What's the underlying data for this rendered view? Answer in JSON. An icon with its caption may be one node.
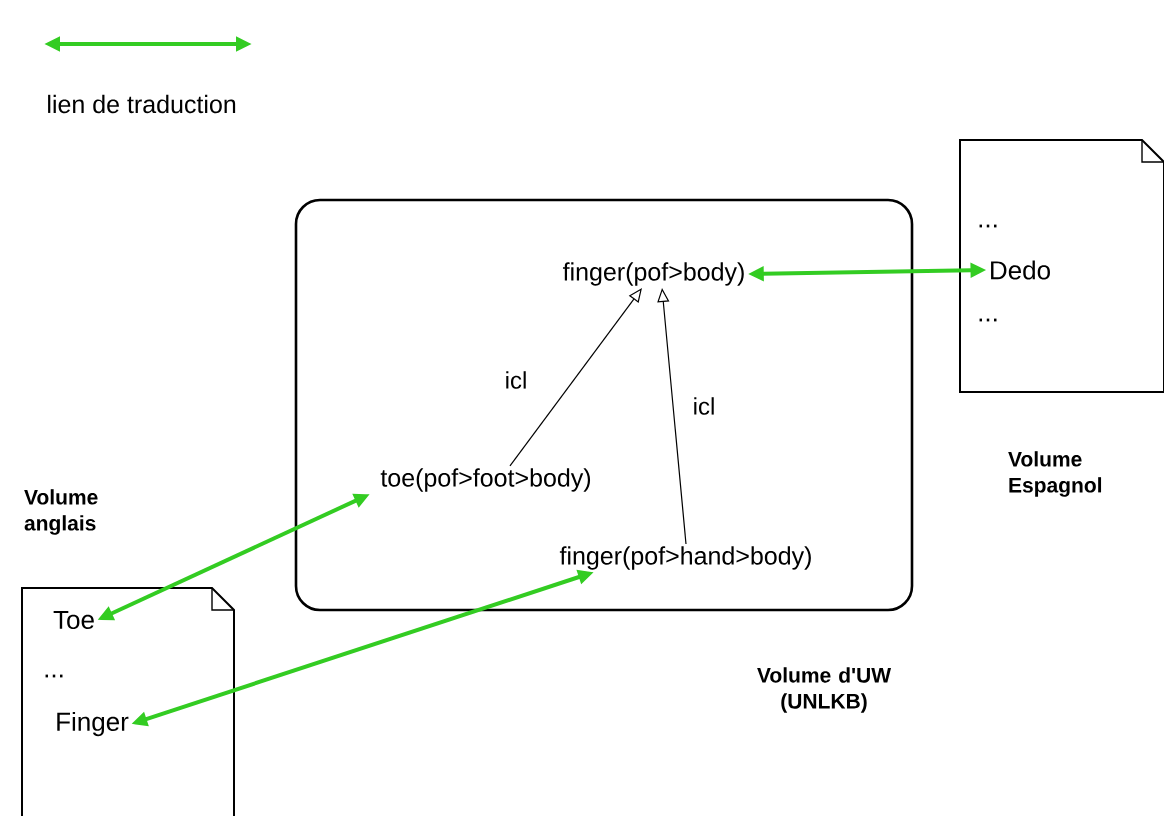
{
  "diagram": {
    "nodes": [
      {
        "text": [],
        "shape": "box",
        "beside": [
          "Volume d'UW (UNLKB)"
        ]
      },
      {
        "text": [
          "finger(pof>body)"
        ],
        "in": 0
      },
      {
        "text": [
          "toe(pof>foot>body)"
        ],
        "in": 0
      },
      {
        "text": [
          "finger(pof>hand>body)"
        ],
        "in": 0
      },
      {
        "text": [
          "Volume Espagnol"
        ]
      },
      {
        "text": [
          "..."
        ],
        "in": 4
      },
      {
        "text": [
          "Dedo"
        ],
        "in": 4
      },
      {
        "text": [
          "..."
        ],
        "in": 4
      },
      {
        "text": [
          "Volume anglais"
        ]
      },
      {
        "text": [
          "Toe"
        ],
        "in": 8
      },
      {
        "text": [
          "..."
        ],
        "in": 8
      },
      {
        "text": [
          "Finger"
        ],
        "in": 8
      }
    ],
    "edges": [
      {
        "from": 2,
        "to": 1,
        "arrow": "to",
        "label": "icl",
        "color": "#000000"
      },
      {
        "from": 3,
        "to": 1,
        "arrow": "to",
        "label": "icl",
        "color": "#000000"
      },
      {
        "from": 1,
        "to": 6,
        "arrow": "both"
      },
      {
        "from": 9,
        "to": 2,
        "arrow": "both"
      },
      {
        "from": 11,
        "to": 3,
        "arrow": "both"
      }
    ],
    "legend": [
      {
        "text": "lien de traduction"
      }
    ]
  }
}
